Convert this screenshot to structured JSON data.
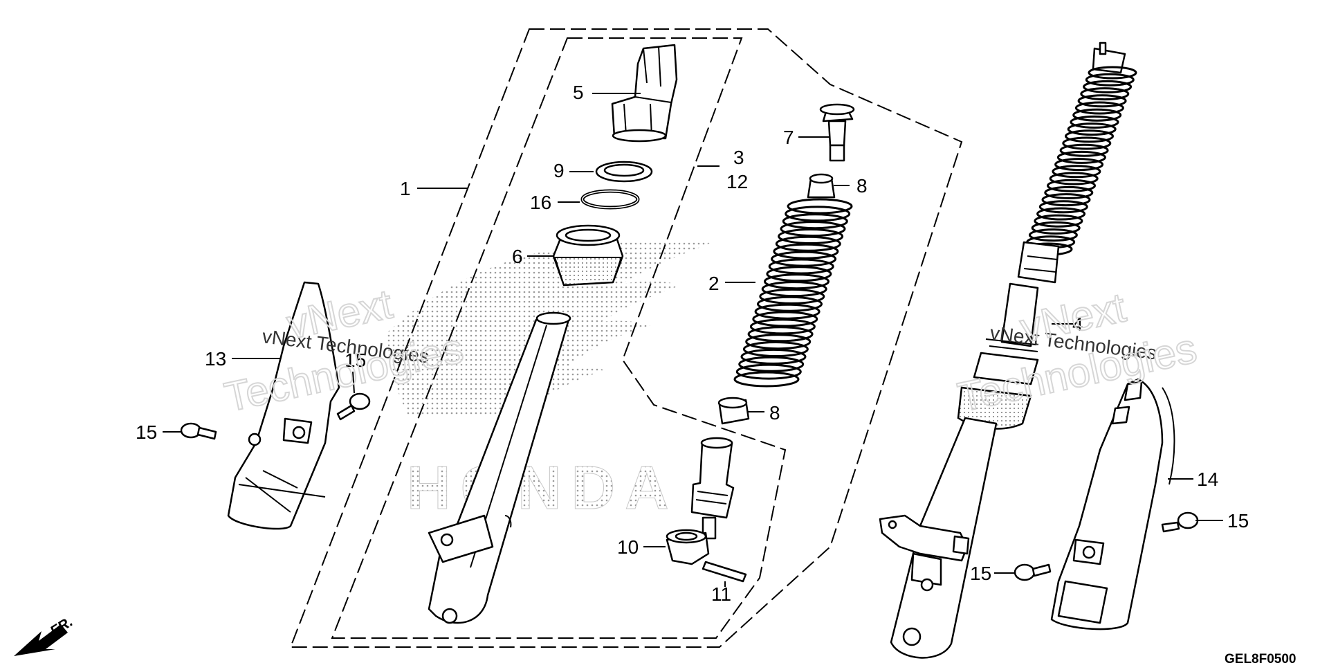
{
  "diagram": {
    "code": "GEL8F0500",
    "front_label": "FR.",
    "logo_text": "HONDA",
    "watermarks": [
      {
        "line1": "vNext Technologies",
        "line2": "vNext",
        "line3": "Technologies"
      },
      {
        "line1": "vNext Technologies",
        "line2": "vNext",
        "line3": "Technologies"
      }
    ],
    "callouts": [
      {
        "id": "c1",
        "text": "1"
      },
      {
        "id": "c2",
        "text": "2"
      },
      {
        "id": "c3",
        "text": "3"
      },
      {
        "id": "c4",
        "text": "4"
      },
      {
        "id": "c5",
        "text": "5"
      },
      {
        "id": "c6",
        "text": "6"
      },
      {
        "id": "c7",
        "text": "7"
      },
      {
        "id": "c8a",
        "text": "8"
      },
      {
        "id": "c8b",
        "text": "8"
      },
      {
        "id": "c9",
        "text": "9"
      },
      {
        "id": "c10",
        "text": "10"
      },
      {
        "id": "c11",
        "text": "11"
      },
      {
        "id": "c12",
        "text": "12"
      },
      {
        "id": "c13",
        "text": "13"
      },
      {
        "id": "c14",
        "text": "14"
      },
      {
        "id": "c15a",
        "text": "15"
      },
      {
        "id": "c15b",
        "text": "15"
      },
      {
        "id": "c15c",
        "text": "15"
      },
      {
        "id": "c15d",
        "text": "15"
      },
      {
        "id": "c16",
        "text": "16"
      }
    ]
  }
}
